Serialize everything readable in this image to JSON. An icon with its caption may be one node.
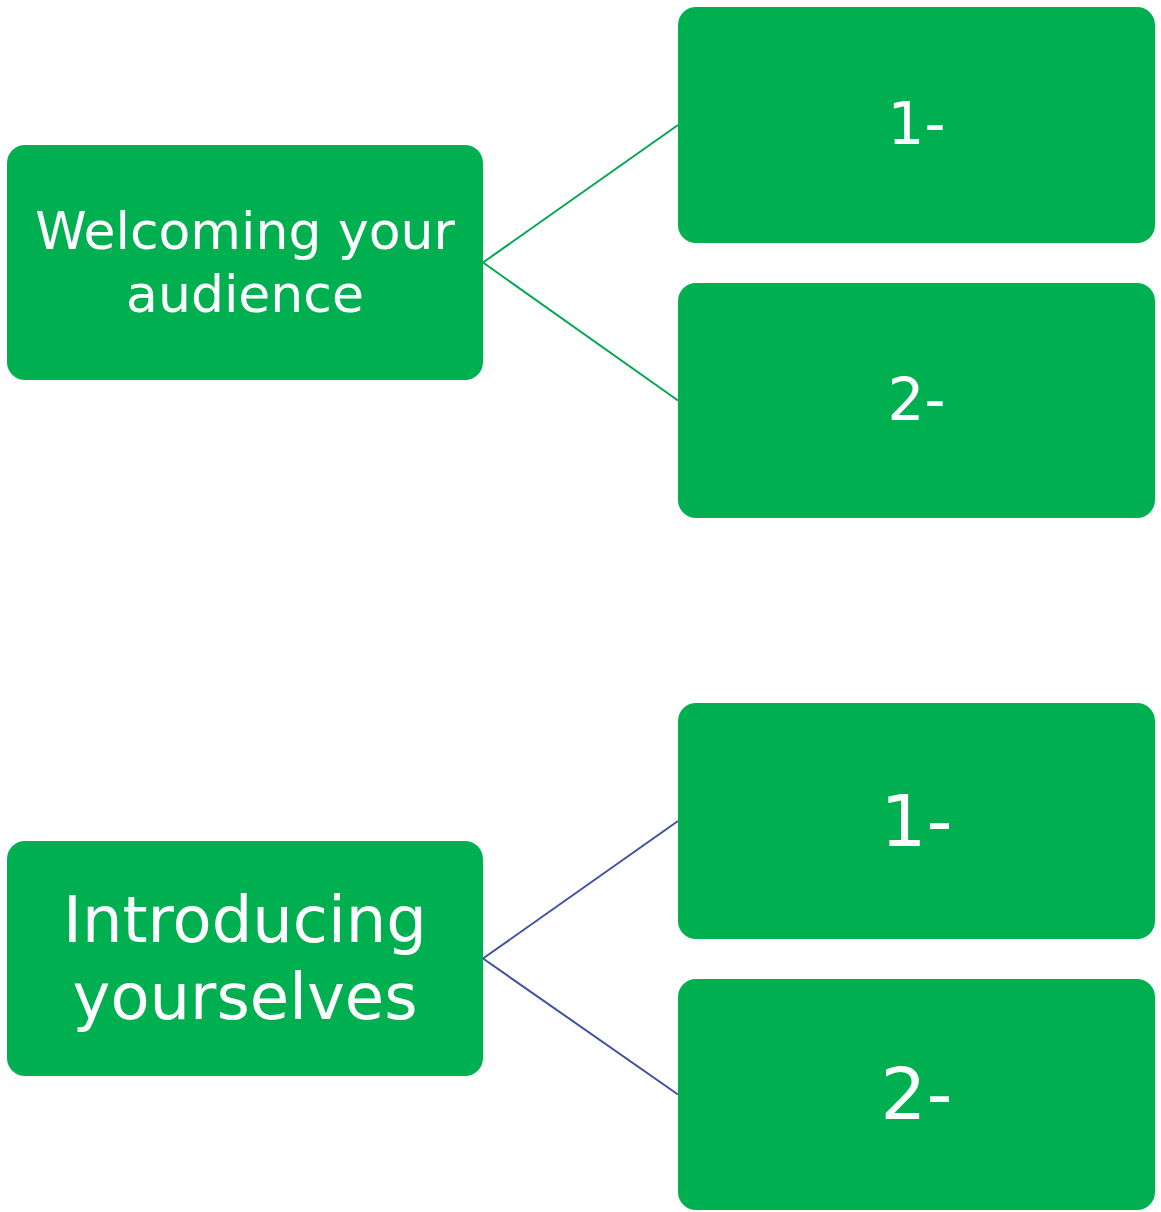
{
  "diagram": {
    "nodes": [
      {
        "text": [
          "Welcoming your audience"
        ]
      },
      {
        "text": [
          "1-"
        ]
      },
      {
        "text": [
          "2-"
        ]
      },
      {
        "text": [
          "Introducing yourselves"
        ]
      },
      {
        "text": [
          "1-"
        ]
      },
      {
        "text": [
          "2-"
        ]
      }
    ],
    "edges": [
      {
        "from": 0,
        "to": 1,
        "arrow": "none",
        "color": "#00a650"
      },
      {
        "from": 0,
        "to": 2,
        "arrow": "none",
        "color": "#00a650"
      },
      {
        "from": 3,
        "to": 4,
        "arrow": "none",
        "color": "#3f51a0"
      },
      {
        "from": 3,
        "to": 5,
        "arrow": "none",
        "color": "#3f51a0"
      }
    ]
  }
}
